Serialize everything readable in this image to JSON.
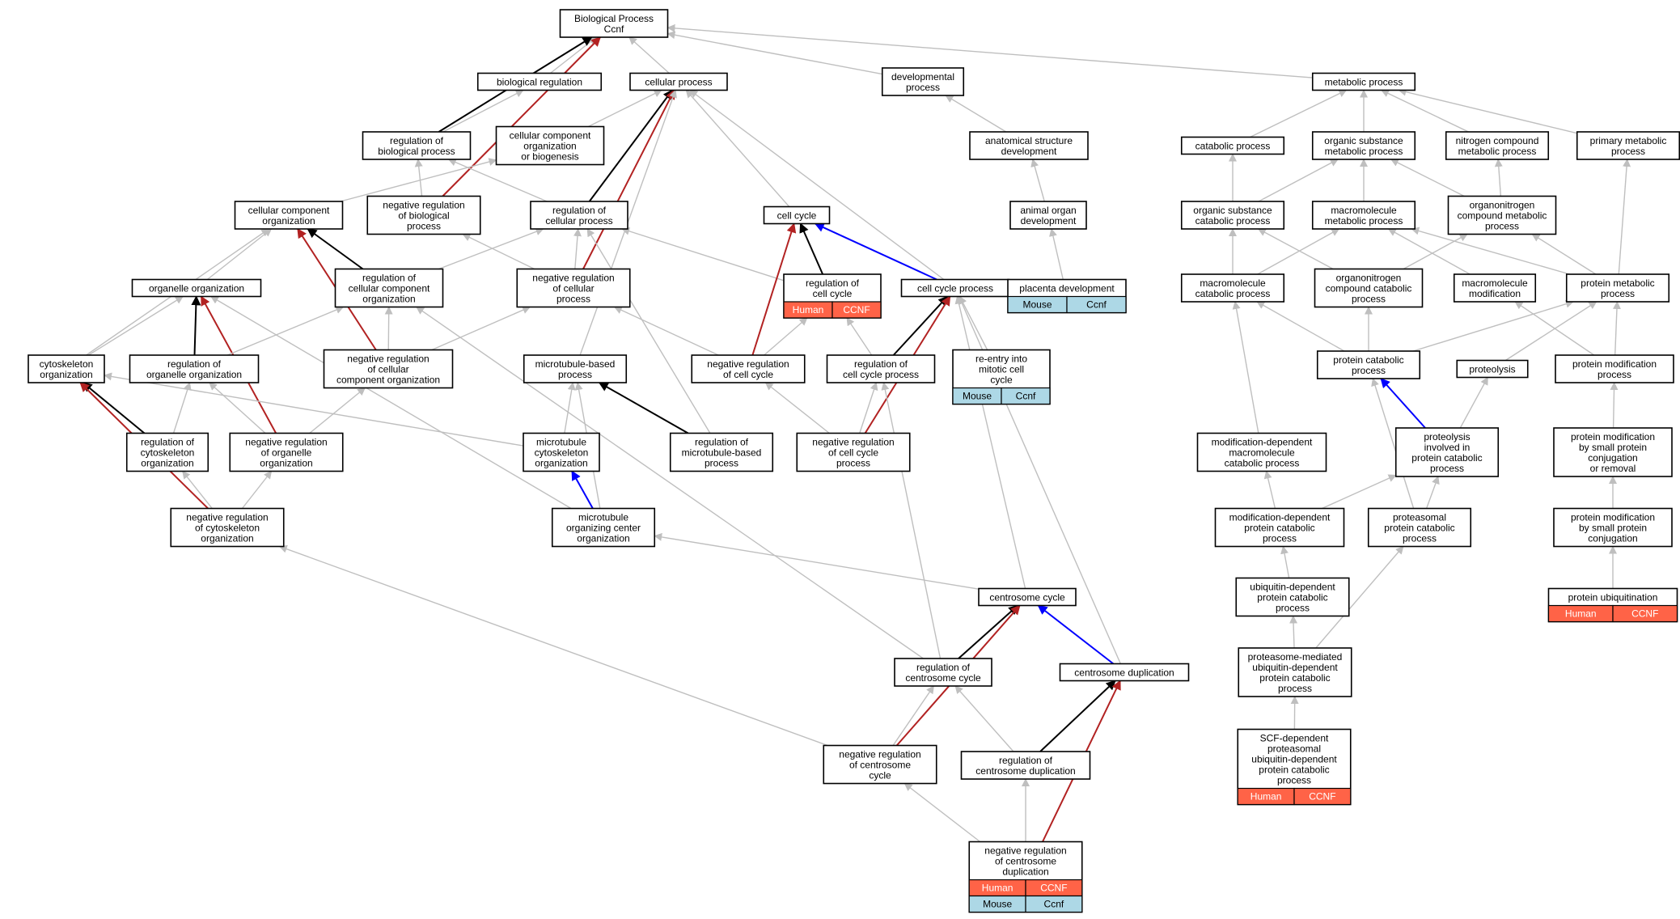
{
  "colors": {
    "grey": "#bfbfbf",
    "black": "#000000",
    "red": "#b22222",
    "blue": "#0000ff",
    "human": "#ff6347",
    "mouse": "#add8e6"
  },
  "nodes": [
    {
      "id": "bp",
      "lines": [
        "Biological Process",
        "Ccnf"
      ]
    },
    {
      "id": "bioreg",
      "lines": [
        "biological regulation"
      ]
    },
    {
      "id": "cellproc",
      "lines": [
        "cellular process"
      ]
    },
    {
      "id": "devproc",
      "lines": [
        "developmental",
        "process"
      ]
    },
    {
      "id": "metab",
      "lines": [
        "metabolic process"
      ]
    },
    {
      "id": "regbio",
      "lines": [
        "regulation of",
        "biological process"
      ]
    },
    {
      "id": "ccorg",
      "lines": [
        "cellular component",
        "organization",
        "or biogenesis"
      ]
    },
    {
      "id": "anatdev",
      "lines": [
        "anatomical structure",
        "development"
      ]
    },
    {
      "id": "catab",
      "lines": [
        "catabolic process"
      ]
    },
    {
      "id": "orgsub",
      "lines": [
        "organic substance",
        "metabolic process"
      ]
    },
    {
      "id": "nitro",
      "lines": [
        "nitrogen compound",
        "metabolic process"
      ]
    },
    {
      "id": "primmet",
      "lines": [
        "primary metabolic",
        "process"
      ]
    },
    {
      "id": "ccorg2",
      "lines": [
        "cellular component",
        "organization"
      ]
    },
    {
      "id": "negregbio",
      "lines": [
        "negative regulation",
        "of biological",
        "process"
      ]
    },
    {
      "id": "regcell",
      "lines": [
        "regulation of",
        "cellular process"
      ]
    },
    {
      "id": "cellcycle",
      "lines": [
        "cell cycle"
      ]
    },
    {
      "id": "animorg",
      "lines": [
        "animal organ",
        "development"
      ]
    },
    {
      "id": "orgsubcat",
      "lines": [
        "organic substance",
        "catabolic process"
      ]
    },
    {
      "id": "macromet",
      "lines": [
        "macromolecule",
        "metabolic process"
      ]
    },
    {
      "id": "orgnitmet",
      "lines": [
        "organonitrogen",
        "compound metabolic",
        "process"
      ]
    },
    {
      "id": "organorg",
      "lines": [
        "organelle organization"
      ]
    },
    {
      "id": "regccorg",
      "lines": [
        "regulation of",
        "cellular component",
        "organization"
      ]
    },
    {
      "id": "negregcell",
      "lines": [
        "negative regulation",
        "of cellular",
        "process"
      ]
    },
    {
      "id": "regcc",
      "lines": [
        "regulation of",
        "cell cycle"
      ],
      "tags": [
        [
          "Human",
          "CCNF"
        ]
      ]
    },
    {
      "id": "ccproc",
      "lines": [
        "cell cycle process"
      ]
    },
    {
      "id": "placenta",
      "lines": [
        "placenta development"
      ],
      "tags": [
        [
          "Mouse",
          "Ccnf"
        ]
      ]
    },
    {
      "id": "macrocat",
      "lines": [
        "macromolecule",
        "catabolic process"
      ]
    },
    {
      "id": "orgnitcat",
      "lines": [
        "organonitrogen",
        "compound catabolic",
        "process"
      ]
    },
    {
      "id": "macromod",
      "lines": [
        "macromolecule",
        "modification"
      ]
    },
    {
      "id": "protmet",
      "lines": [
        "protein metabolic",
        "process"
      ]
    },
    {
      "id": "cytoorg",
      "lines": [
        "cytoskeleton",
        "organization"
      ]
    },
    {
      "id": "regorg",
      "lines": [
        "regulation of",
        "organelle organization"
      ]
    },
    {
      "id": "negregccorg",
      "lines": [
        "negative regulation",
        "of cellular",
        "component organization"
      ]
    },
    {
      "id": "mtbased",
      "lines": [
        "microtubule-based",
        "process"
      ]
    },
    {
      "id": "negregcc",
      "lines": [
        "negative regulation",
        "of cell cycle"
      ]
    },
    {
      "id": "regccproc",
      "lines": [
        "regulation of",
        "cell cycle process"
      ]
    },
    {
      "id": "reentry",
      "lines": [
        "re-entry into",
        "mitotic cell",
        "cycle"
      ],
      "tags": [
        [
          "Mouse",
          "Ccnf"
        ]
      ]
    },
    {
      "id": "protcat",
      "lines": [
        "protein catabolic",
        "process"
      ]
    },
    {
      "id": "proteolysis",
      "lines": [
        "proteolysis"
      ]
    },
    {
      "id": "protmod",
      "lines": [
        "protein modification",
        "process"
      ]
    },
    {
      "id": "regcyto",
      "lines": [
        "regulation of",
        "cytoskeleton",
        "organization"
      ]
    },
    {
      "id": "negregorg",
      "lines": [
        "negative regulation",
        "of organelle",
        "organization"
      ]
    },
    {
      "id": "mtcyto",
      "lines": [
        "microtubule",
        "cytoskeleton",
        "organization"
      ]
    },
    {
      "id": "regmt",
      "lines": [
        "regulation of",
        "microtubule-based",
        "process"
      ]
    },
    {
      "id": "negregccproc",
      "lines": [
        "negative regulation",
        "of cell cycle",
        "process"
      ]
    },
    {
      "id": "moddepmacro",
      "lines": [
        "modification-dependent",
        "macromolecule",
        "catabolic process"
      ]
    },
    {
      "id": "proteocat",
      "lines": [
        "proteolysis",
        "involved in",
        "protein catabolic",
        "process"
      ]
    },
    {
      "id": "protmodsmall",
      "lines": [
        "protein modification",
        "by small protein",
        "conjugation",
        "or removal"
      ]
    },
    {
      "id": "negregcyto",
      "lines": [
        "negative regulation",
        "of cytoskeleton",
        "organization"
      ]
    },
    {
      "id": "mtoc",
      "lines": [
        "microtubule",
        "organizing center",
        "organization"
      ]
    },
    {
      "id": "moddepprot",
      "lines": [
        "modification-dependent",
        "protein catabolic",
        "process"
      ]
    },
    {
      "id": "proteasomal",
      "lines": [
        "proteasomal",
        "protein catabolic",
        "process"
      ]
    },
    {
      "id": "protmodconj",
      "lines": [
        "protein modification",
        "by small protein",
        "conjugation"
      ]
    },
    {
      "id": "ubidep",
      "lines": [
        "ubiquitin-dependent",
        "protein catabolic",
        "process"
      ]
    },
    {
      "id": "protubi",
      "lines": [
        "protein ubiquitination"
      ],
      "tags": [
        [
          "Human",
          "CCNF"
        ]
      ]
    },
    {
      "id": "centcycle",
      "lines": [
        "centrosome cycle"
      ]
    },
    {
      "id": "proteasomemed",
      "lines": [
        "proteasome-mediated",
        "ubiquitin-dependent",
        "protein catabolic",
        "process"
      ]
    },
    {
      "id": "regcent",
      "lines": [
        "regulation of",
        "centrosome cycle"
      ]
    },
    {
      "id": "centdup",
      "lines": [
        "centrosome duplication"
      ]
    },
    {
      "id": "scf",
      "lines": [
        "SCF-dependent",
        "proteasomal",
        "ubiquitin-dependent",
        "protein catabolic",
        "process"
      ],
      "tags": [
        [
          "Human",
          "CCNF"
        ]
      ]
    },
    {
      "id": "negregcent",
      "lines": [
        "negative regulation",
        "of centrosome",
        "cycle"
      ]
    },
    {
      "id": "regcentdup",
      "lines": [
        "regulation of",
        "centrosome duplication"
      ]
    },
    {
      "id": "negregcentdup",
      "lines": [
        "negative regulation",
        "of centrosome",
        "duplication"
      ],
      "tags": [
        [
          "Human",
          "CCNF"
        ],
        [
          "Mouse",
          "Ccnf"
        ]
      ]
    }
  ],
  "edges": [
    {
      "from": "bioreg",
      "to": "bp",
      "color": "grey"
    },
    {
      "from": "cellproc",
      "to": "bp",
      "color": "grey"
    },
    {
      "from": "devproc",
      "to": "bp",
      "color": "grey"
    },
    {
      "from": "metab",
      "to": "bp",
      "color": "grey"
    },
    {
      "from": "regbio",
      "to": "bp",
      "color": "black"
    },
    {
      "from": "negregbio",
      "to": "bp",
      "color": "red"
    },
    {
      "from": "regbio",
      "to": "bioreg",
      "color": "grey"
    },
    {
      "from": "ccorg",
      "to": "cellproc",
      "color": "grey"
    },
    {
      "from": "anatdev",
      "to": "devproc",
      "color": "grey"
    },
    {
      "from": "catab",
      "to": "metab",
      "color": "grey"
    },
    {
      "from": "orgsub",
      "to": "metab",
      "color": "grey"
    },
    {
      "from": "nitro",
      "to": "metab",
      "color": "grey"
    },
    {
      "from": "primmet",
      "to": "metab",
      "color": "grey"
    },
    {
      "from": "ccorg2",
      "to": "ccorg",
      "color": "grey"
    },
    {
      "from": "negregbio",
      "to": "regbio",
      "color": "grey"
    },
    {
      "from": "regcell",
      "to": "regbio",
      "color": "grey"
    },
    {
      "from": "regcell",
      "to": "cellproc",
      "color": "black"
    },
    {
      "from": "negregcell",
      "to": "cellproc",
      "color": "red"
    },
    {
      "from": "cellcycle",
      "to": "cellproc",
      "color": "grey"
    },
    {
      "from": "ccproc",
      "to": "cellproc",
      "color": "grey"
    },
    {
      "from": "mtbased",
      "to": "cellproc",
      "color": "grey"
    },
    {
      "from": "animorg",
      "to": "anatdev",
      "color": "grey"
    },
    {
      "from": "orgsubcat",
      "to": "catab",
      "color": "grey"
    },
    {
      "from": "orgsubcat",
      "to": "orgsub",
      "color": "grey"
    },
    {
      "from": "macromet",
      "to": "orgsub",
      "color": "grey"
    },
    {
      "from": "orgnitmet",
      "to": "orgsub",
      "color": "grey"
    },
    {
      "from": "orgnitmet",
      "to": "nitro",
      "color": "grey"
    },
    {
      "from": "protmet",
      "to": "primmet",
      "color": "grey"
    },
    {
      "from": "organorg",
      "to": "ccorg2",
      "color": "grey"
    },
    {
      "from": "regccorg",
      "to": "ccorg2",
      "color": "black"
    },
    {
      "from": "negregccorg",
      "to": "ccorg2",
      "color": "red"
    },
    {
      "from": "cytoorg",
      "to": "ccorg2",
      "color": "grey"
    },
    {
      "from": "negregcell",
      "to": "negregbio",
      "color": "grey"
    },
    {
      "from": "regccorg",
      "to": "regcell",
      "color": "grey"
    },
    {
      "from": "negregcell",
      "to": "regcell",
      "color": "grey"
    },
    {
      "from": "regcc",
      "to": "regcell",
      "color": "grey"
    },
    {
      "from": "regmt",
      "to": "regcell",
      "color": "grey"
    },
    {
      "from": "regcc",
      "to": "cellcycle",
      "color": "black"
    },
    {
      "from": "ccproc",
      "to": "cellcycle",
      "color": "blue"
    },
    {
      "from": "negregcc",
      "to": "cellcycle",
      "color": "red"
    },
    {
      "from": "placenta",
      "to": "animorg",
      "color": "grey"
    },
    {
      "from": "macrocat",
      "to": "orgsubcat",
      "color": "grey"
    },
    {
      "from": "macrocat",
      "to": "macromet",
      "color": "grey"
    },
    {
      "from": "orgnitcat",
      "to": "orgsubcat",
      "color": "grey"
    },
    {
      "from": "orgnitcat",
      "to": "orgnitmet",
      "color": "grey"
    },
    {
      "from": "macromod",
      "to": "macromet",
      "color": "grey"
    },
    {
      "from": "protmet",
      "to": "macromet",
      "color": "grey"
    },
    {
      "from": "protmet",
      "to": "orgnitmet",
      "color": "grey"
    },
    {
      "from": "cytoorg",
      "to": "organorg",
      "color": "grey"
    },
    {
      "from": "regorg",
      "to": "organorg",
      "color": "black"
    },
    {
      "from": "negregorg",
      "to": "organorg",
      "color": "red"
    },
    {
      "from": "regorg",
      "to": "regccorg",
      "color": "grey"
    },
    {
      "from": "negregccorg",
      "to": "regccorg",
      "color": "grey"
    },
    {
      "from": "negregccorg",
      "to": "negregcell",
      "color": "grey"
    },
    {
      "from": "negregcc",
      "to": "negregcell",
      "color": "grey"
    },
    {
      "from": "negregcc",
      "to": "regcc",
      "color": "grey"
    },
    {
      "from": "regccproc",
      "to": "regcc",
      "color": "grey"
    },
    {
      "from": "regccproc",
      "to": "ccproc",
      "color": "black"
    },
    {
      "from": "reentry",
      "to": "ccproc",
      "color": "grey"
    },
    {
      "from": "negregccproc",
      "to": "ccproc",
      "color": "red"
    },
    {
      "from": "centcycle",
      "to": "ccproc",
      "color": "grey"
    },
    {
      "from": "centdup",
      "to": "ccproc",
      "color": "grey"
    },
    {
      "from": "protcat",
      "to": "macrocat",
      "color": "grey"
    },
    {
      "from": "protcat",
      "to": "orgnitcat",
      "color": "grey"
    },
    {
      "from": "protcat",
      "to": "protmet",
      "color": "grey"
    },
    {
      "from": "proteolysis",
      "to": "protmet",
      "color": "grey"
    },
    {
      "from": "protmod",
      "to": "macromod",
      "color": "grey"
    },
    {
      "from": "protmod",
      "to": "protmet",
      "color": "grey"
    },
    {
      "from": "moddepmacro",
      "to": "macrocat",
      "color": "grey"
    },
    {
      "from": "regcyto",
      "to": "cytoorg",
      "color": "black"
    },
    {
      "from": "negregcyto",
      "to": "cytoorg",
      "color": "red"
    },
    {
      "from": "mtcyto",
      "to": "cytoorg",
      "color": "grey"
    },
    {
      "from": "regcyto",
      "to": "regorg",
      "color": "grey"
    },
    {
      "from": "negregorg",
      "to": "regorg",
      "color": "grey"
    },
    {
      "from": "negregorg",
      "to": "negregccorg",
      "color": "grey"
    },
    {
      "from": "mtcyto",
      "to": "mtbased",
      "color": "grey"
    },
    {
      "from": "regmt",
      "to": "mtbased",
      "color": "black"
    },
    {
      "from": "mtoc",
      "to": "mtbased",
      "color": "grey"
    },
    {
      "from": "negregccproc",
      "to": "negregcc",
      "color": "grey"
    },
    {
      "from": "negregccproc",
      "to": "regccproc",
      "color": "grey"
    },
    {
      "from": "regcent",
      "to": "regccproc",
      "color": "grey"
    },
    {
      "from": "regcent",
      "to": "regccorg",
      "color": "grey"
    },
    {
      "from": "proteocat",
      "to": "protcat",
      "color": "blue"
    },
    {
      "from": "proteocat",
      "to": "proteolysis",
      "color": "grey"
    },
    {
      "from": "proteasomal",
      "to": "protcat",
      "color": "grey"
    },
    {
      "from": "protmodsmall",
      "to": "protmod",
      "color": "grey"
    },
    {
      "from": "negregcyto",
      "to": "regcyto",
      "color": "grey"
    },
    {
      "from": "negregcyto",
      "to": "negregorg",
      "color": "grey"
    },
    {
      "from": "mtoc",
      "to": "mtcyto",
      "color": "blue"
    },
    {
      "from": "mtoc",
      "to": "organorg",
      "color": "grey"
    },
    {
      "from": "moddepprot",
      "to": "moddepmacro",
      "color": "grey"
    },
    {
      "from": "moddepprot",
      "to": "proteocat",
      "color": "grey"
    },
    {
      "from": "proteasomal",
      "to": "proteocat",
      "color": "grey"
    },
    {
      "from": "protmodconj",
      "to": "protmodsmall",
      "color": "grey"
    },
    {
      "from": "protubi",
      "to": "protmodconj",
      "color": "grey"
    },
    {
      "from": "ubidep",
      "to": "moddepprot",
      "color": "grey"
    },
    {
      "from": "centcycle",
      "to": "mtoc",
      "color": "grey"
    },
    {
      "from": "proteasomemed",
      "to": "ubidep",
      "color": "grey"
    },
    {
      "from": "proteasomemed",
      "to": "proteasomal",
      "color": "grey"
    },
    {
      "from": "regcent",
      "to": "centcycle",
      "color": "black"
    },
    {
      "from": "centdup",
      "to": "centcycle",
      "color": "blue"
    },
    {
      "from": "negregcent",
      "to": "centcycle",
      "color": "red"
    },
    {
      "from": "scf",
      "to": "proteasomemed",
      "color": "grey"
    },
    {
      "from": "negregcent",
      "to": "regcent",
      "color": "grey"
    },
    {
      "from": "negregcent",
      "to": "negregcccproc_placeholder",
      "color": "none"
    },
    {
      "from": "negregcent",
      "to": "negregcyto",
      "color": "grey"
    },
    {
      "from": "regcentdup",
      "to": "regcent",
      "color": "grey"
    },
    {
      "from": "regcentdup",
      "to": "centdup",
      "color": "black"
    },
    {
      "from": "negregcentdup",
      "to": "regcentdup",
      "color": "grey"
    },
    {
      "from": "negregcentdup",
      "to": "negregcent",
      "color": "grey"
    },
    {
      "from": "negregcentdup",
      "to": "centdup",
      "color": "red"
    }
  ]
}
